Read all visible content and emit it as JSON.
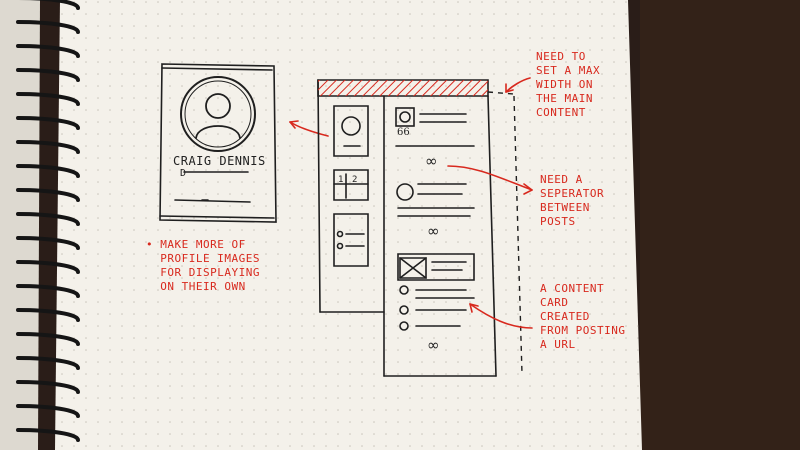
{
  "notes": {
    "max_width": "NEED TO\nSET A MAX\nWIDTH ON\nTHE MAIN\nCONTENT",
    "separator": "NEED A\nSEPERATOR\nBETWEEN\nPOSTS",
    "content_card": "A CONTENT\nCARD\nCREATED\nFROM POSTING\nA URL",
    "profile_images": "• MAKE MORE OF\n  PROFILE IMAGES\n  FOR DISPLAYING\n  ON THEIR OWN"
  },
  "profile_card": {
    "name": "CRAIG DENNIS",
    "initial": "D"
  },
  "feed": {
    "quote_mark": "66",
    "infinity": "∞",
    "panel_numbers": [
      "1",
      "2"
    ]
  },
  "colors": {
    "paper": "#f4f1ea",
    "ink": "#1f1f1f",
    "red_ink": "#d8291e",
    "desk": "#2a1d18",
    "binding": "#151515"
  }
}
